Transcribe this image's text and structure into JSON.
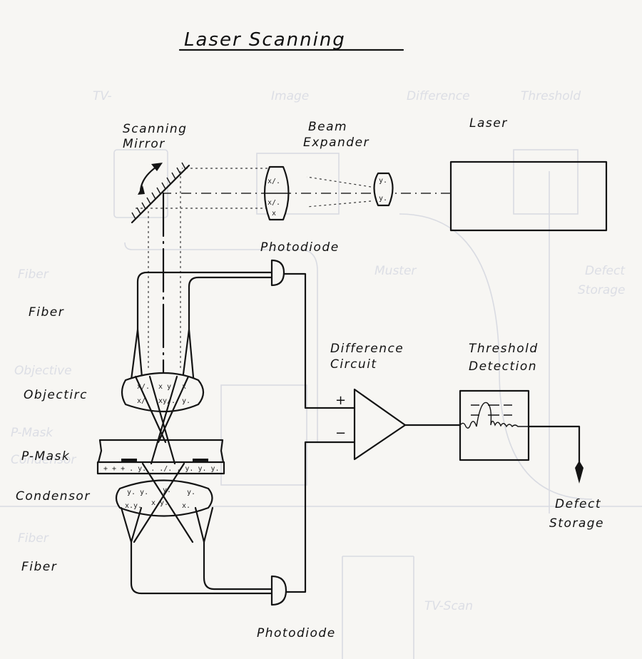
{
  "title": "Laser Scanning",
  "labels": {
    "scanning_mirror_line1": "Scanning",
    "scanning_mirror_line2": "Mirror",
    "beam_expander_line1": "Beam",
    "beam_expander_line2": "Expander",
    "laser": "Laser",
    "photodiode_top": "Photodiode",
    "fiber_top": "Fiber",
    "objective": "Objectirc",
    "p_mask": "P-Mask",
    "condensor": "Condensor",
    "fiber_bottom": "Fiber",
    "photodiode_bottom": "Photodiode",
    "difference_circuit_line1": "Difference",
    "difference_circuit_line2": "Circuit",
    "plus_sign": "+",
    "minus_sign": "−",
    "threshold_line1": "Threshold",
    "threshold_line2": "Detection",
    "defect_storage_line1": "Defect",
    "defect_storage_line2": "Storage"
  },
  "glass_marks": {
    "mark1": "x/.",
    "mark2": "y."
  },
  "colors": {
    "ink": "#141414",
    "paper": "#f7f6f3",
    "bleed_through": "#dcdee5"
  }
}
